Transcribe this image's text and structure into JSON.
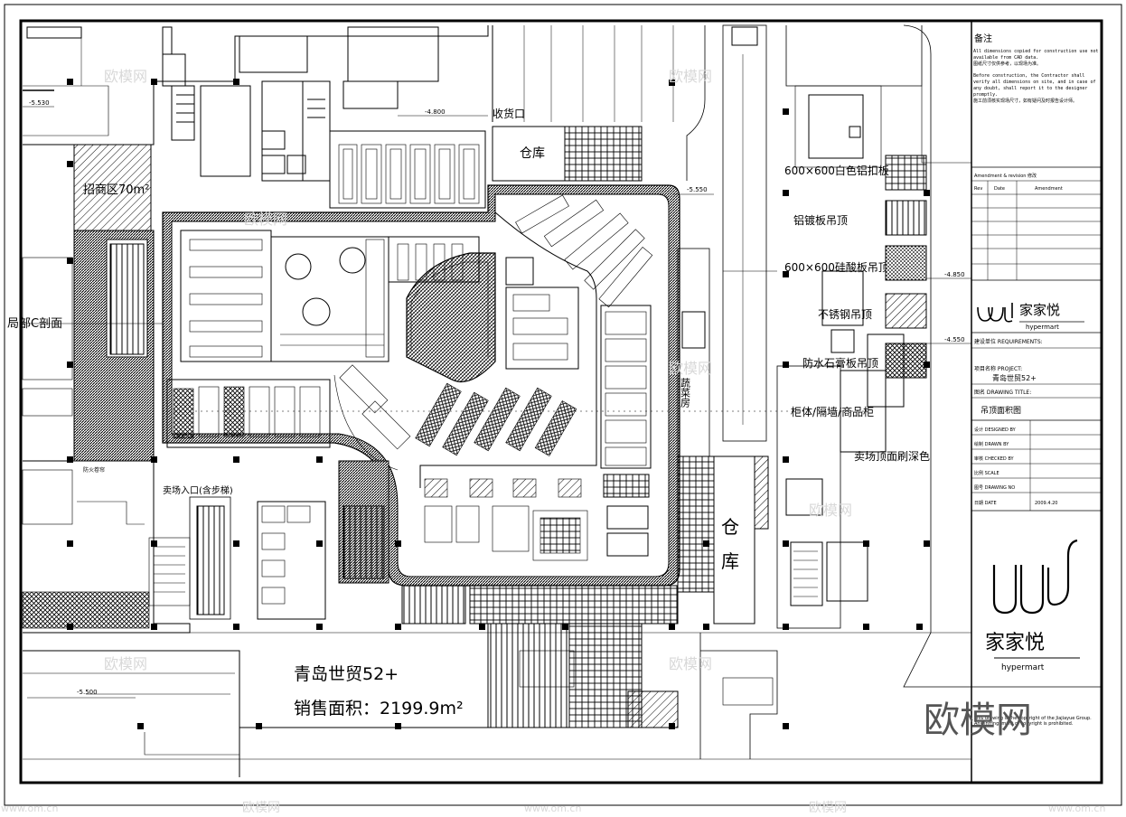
{
  "drawing": {
    "project_title_line1": "青岛世贸52+",
    "project_title_line2": "销售面积：2199.9m²",
    "zone_labels": {
      "outsourced_area": "招商区70m²",
      "warehouse_top": "仓库",
      "warehouse_right_1": "仓",
      "warehouse_right_2": "库",
      "receiving_gate": "收货口",
      "sales_entrance": "卖场入口(含步梯)",
      "section_ref": "局部C剖面",
      "fresh_room": "蔬菜房",
      "fire_shutter": "防火卷帘"
    },
    "ceiling_legend": [
      {
        "label": "600×600白色铝扣板",
        "pattern": "grid"
      },
      {
        "label": "铝镀板吊顶",
        "pattern": "vlines"
      },
      {
        "label": "600×600硅酸板吊顶",
        "pattern": "dots"
      },
      {
        "label": "不锈钢吊顶",
        "pattern": "diag"
      },
      {
        "label": "防水石膏板吊顶",
        "pattern": "cross"
      }
    ],
    "legend_extra": [
      "柜体/隔墙/商品柜",
      "卖场顶面刷深色"
    ],
    "elevations": [
      "-5.530",
      "-5.550",
      "-4.800",
      "-4.850",
      "-5.500",
      "-4.550"
    ]
  },
  "title_block": {
    "notes_heading": "备注",
    "notes_en_1": "All dimensions copied for construction use not available from CAD data.",
    "notes_zh_1": "图纸尺寸仅供参考，以现场为准。",
    "notes_en_2": "Before construction, the Contractor shall verify all dimensions on site, and in case of any doubt, shall report it to the designer promptly.",
    "notes_zh_2": "施工前须核实现场尺寸，如有疑问及时报告设计师。",
    "amendments_heading": "Amendment & revision 修改",
    "amend_col_rev": "Rev",
    "amend_col_date": "Date",
    "amend_col_amend": "Amendment",
    "logo_small": "家家悦",
    "logo_sub": "hypermart",
    "client_label": "建设单位 REQUIREMENTS:",
    "project_label": "项目名称 PROJECT:",
    "project_name": "青岛世贸52+",
    "drawing_title_label": "图名 DRAWING TITLE:",
    "drawing_title": "吊顶面积图",
    "rows": [
      "设计 DESIGNED BY",
      "绘制 DRAWN BY",
      "审核 CHECKED BY",
      "比例 SCALE",
      "图号 DRAWING NO",
      "日期 DATE"
    ],
    "date_value": "2009.4.20",
    "logo_large": "家家悦",
    "logo_large_sub": "hypermart",
    "footer_note": "This drawing is the copyright of the Jiajiayue Group. Any infringement of copyright is prohibited."
  },
  "watermark": {
    "text": "欧模网",
    "small_text": "www.om.cn"
  }
}
